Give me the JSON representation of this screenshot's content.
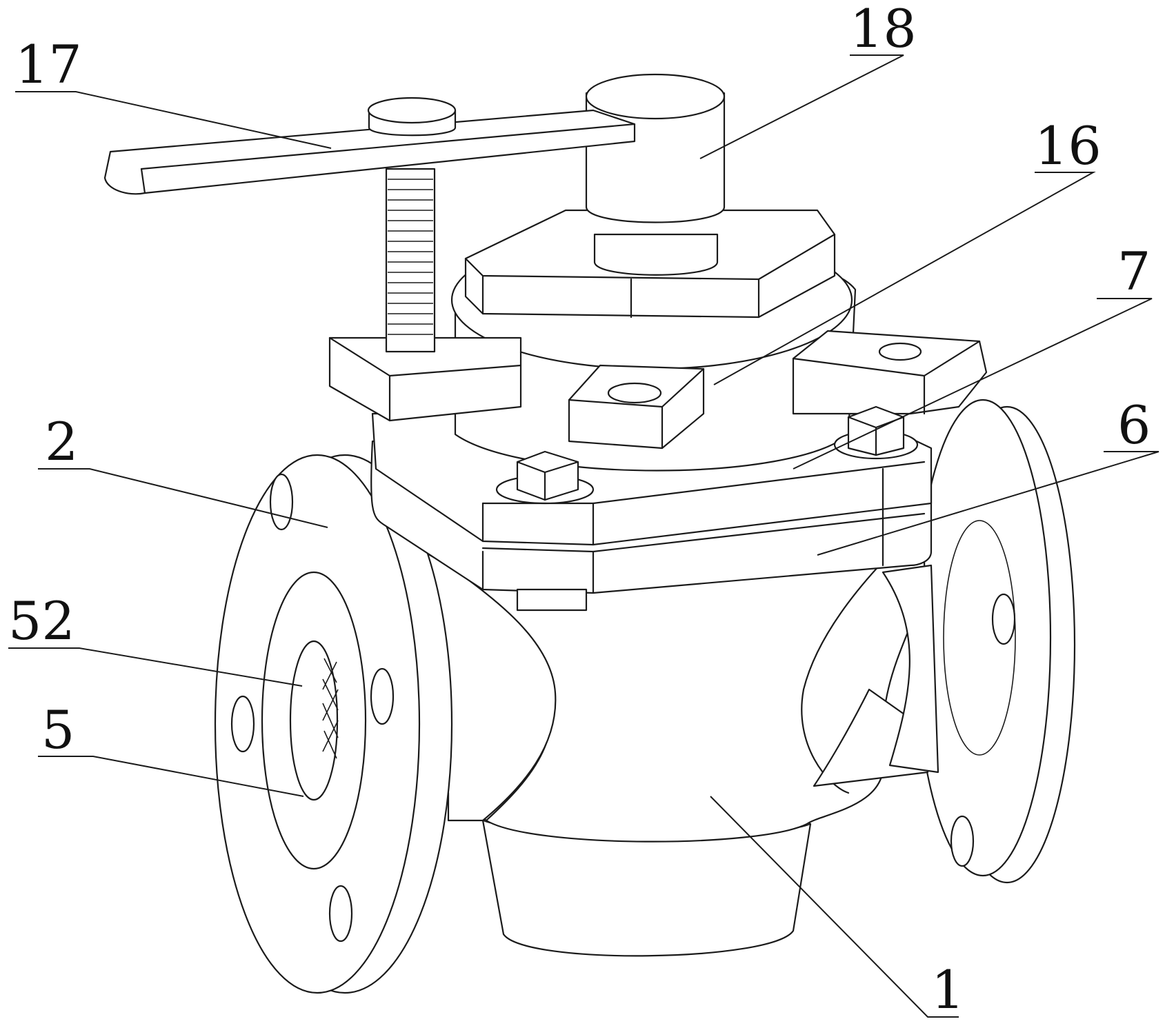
{
  "callouts": [
    {
      "id": "c17",
      "label": "17"
    },
    {
      "id": "c18",
      "label": "18"
    },
    {
      "id": "c16",
      "label": "16"
    },
    {
      "id": "c7",
      "label": "7"
    },
    {
      "id": "c6",
      "label": "6"
    },
    {
      "id": "c2",
      "label": "2"
    },
    {
      "id": "c52",
      "label": "52"
    },
    {
      "id": "c5",
      "label": "5"
    },
    {
      "id": "c1",
      "label": "1"
    }
  ]
}
